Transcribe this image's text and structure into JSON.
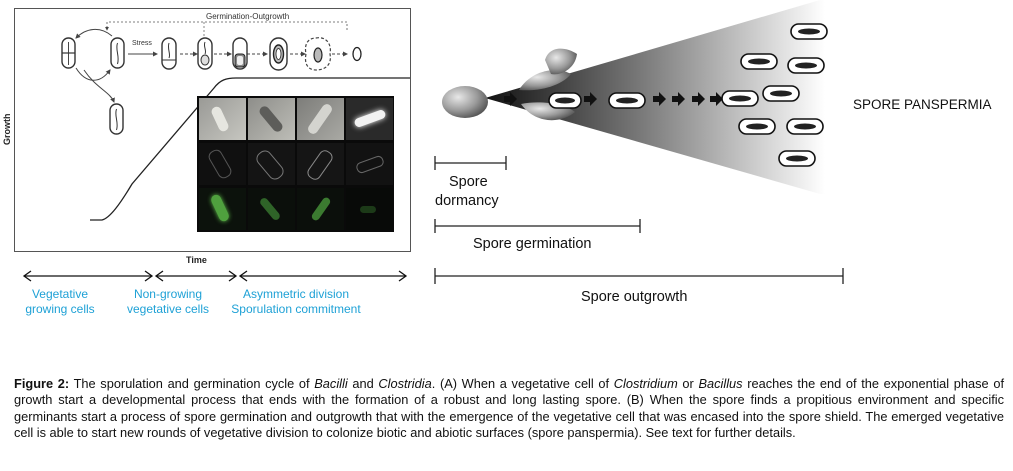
{
  "panel_a": {
    "top_label": "Germination-Outgrowth",
    "stress_label": "Stress",
    "y_axis_label": "Growth",
    "x_axis_label": "Time",
    "stages": [
      {
        "line1": "Vegetative",
        "line2": "growing cells"
      },
      {
        "line1": "Non-growing",
        "line2": "vegetative cells"
      },
      {
        "line1": "Asymmetric division",
        "line2": "Sporulation commitment"
      }
    ],
    "stage_color": "#1ea1d6"
  },
  "panel_b": {
    "title": "SPORE PANSPERMIA",
    "dormancy_line1": "Spore",
    "dormancy_line2": "dormancy",
    "germination": "Spore germination",
    "outgrowth": "Spore outgrowth"
  },
  "caption": {
    "label": "Figure 2:",
    "s1": " The sporulation and germination cycle of ",
    "bacilli": "Bacilli",
    "s2": " and ",
    "clostridia": "Clostridia",
    "s3": ". (A) When a vegetative cell of ",
    "clostridium": "Clostridium",
    "s4": " or ",
    "bacillus": "Bacillus",
    "s5": " reaches the end of the exponential phase of growth start a developmental process that ends with the formation of a robust and long lasting spore. (B) When the spore finds a propitious environment and specific germinants start a process of spore germination and outgrowth that with the emergence of the vegetative cell that was encased into the spore shield. The emerged vegetative cell is able to start new rounds of vegetative division to colonize biotic and abiotic surfaces (spore panspermia). See text for further details."
  }
}
